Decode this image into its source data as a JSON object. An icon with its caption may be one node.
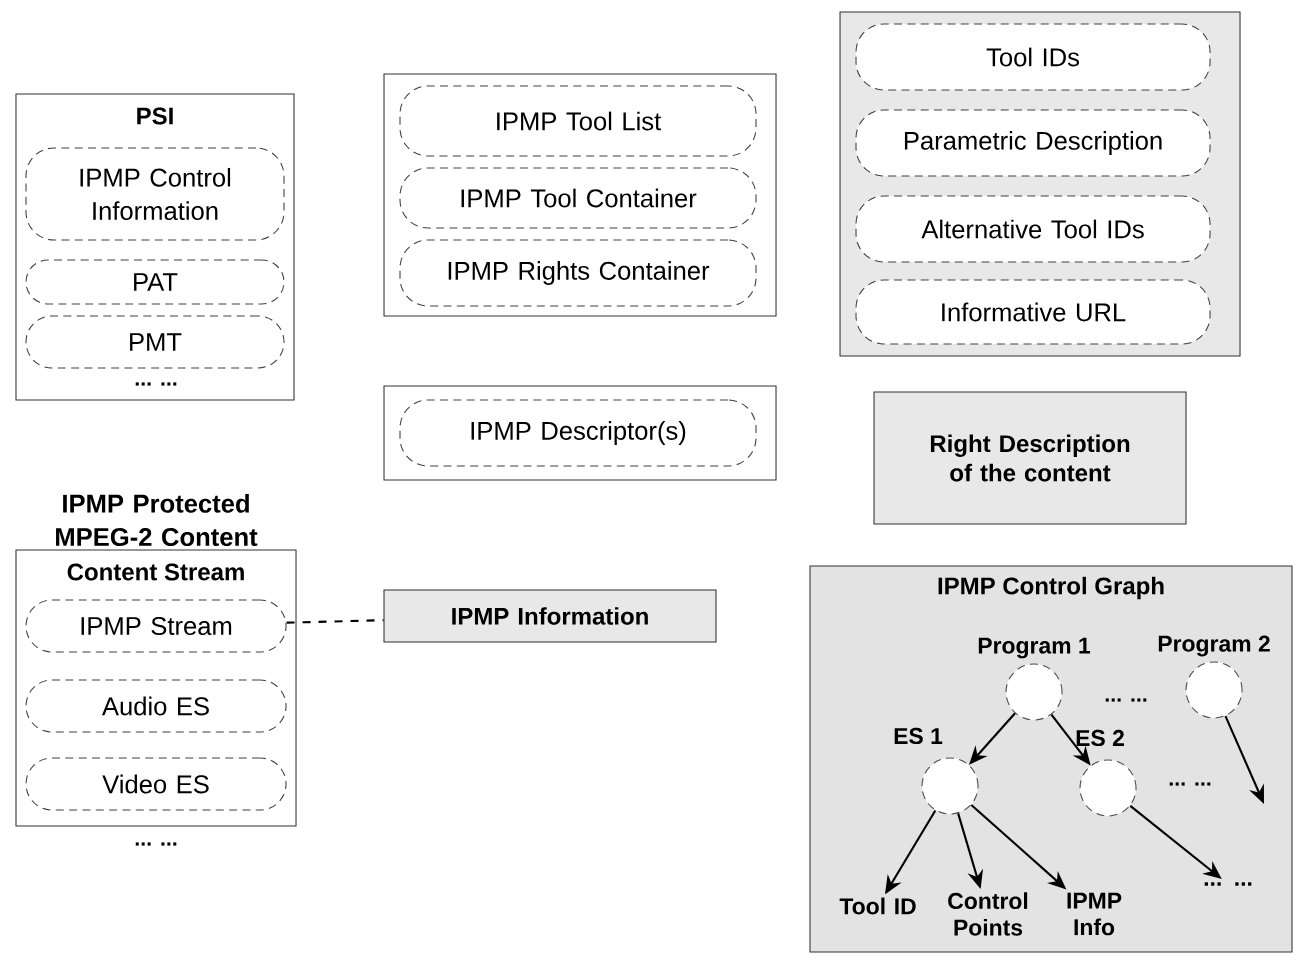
{
  "diagram": {
    "nodes": [
      {
        "text": [
          "PSI"
        ]
      },
      {
        "text": [
          "IPMP Control Information"
        ],
        "in": 0
      },
      {
        "text": [
          "PAT"
        ],
        "in": 0
      },
      {
        "text": [
          "PMT"
        ],
        "in": 0
      },
      {
        "text": [
          "IPMP Protected MPEG-2 Content",
          "Content Stream"
        ]
      },
      {
        "text": [
          "IPMP Stream"
        ],
        "in": 4
      },
      {
        "text": [
          "Audio ES"
        ],
        "in": 4
      },
      {
        "text": [
          "Video ES"
        ],
        "in": 4
      },
      {
        "text": [],
        "shape": "box"
      },
      {
        "text": [
          "IPMP Tool List"
        ],
        "in": 8
      },
      {
        "text": [
          "IPMP Tool Container"
        ],
        "in": 8
      },
      {
        "text": [
          "IPMP Rights Container"
        ],
        "in": 8
      },
      {
        "text": [],
        "shape": "box"
      },
      {
        "text": [
          "IPMP Descriptor(s)"
        ],
        "in": 12
      },
      {
        "text": [
          "IPMP Information"
        ]
      },
      {
        "text": [],
        "shape": "box"
      },
      {
        "text": [
          "Tool IDs"
        ],
        "in": 15
      },
      {
        "text": [
          "Parametric Description"
        ],
        "in": 15
      },
      {
        "text": [
          "Alternative Tool IDs"
        ],
        "in": 15
      },
      {
        "text": [
          "Informative URL"
        ],
        "in": 15
      },
      {
        "text": [
          "Right Description of the content"
        ]
      },
      {
        "text": [
          "IPMP Control Graph"
        ]
      },
      {
        "text": [],
        "shape": "circle",
        "beside": [
          "Program 1"
        ],
        "in": 21
      },
      {
        "text": [],
        "shape": "circle",
        "beside": [
          "Program 2"
        ],
        "in": 21
      },
      {
        "text": [],
        "shape": "circle",
        "beside": [
          "ES 1"
        ],
        "in": 21
      },
      {
        "text": [],
        "shape": "circle",
        "beside": [
          "ES 2"
        ],
        "in": 21
      },
      {
        "text": [
          "Tool ID"
        ],
        "in": 21
      },
      {
        "text": [
          "Control Points"
        ],
        "in": 21
      },
      {
        "text": [
          "IPMP Info"
        ],
        "in": 21
      },
      {
        "text": [
          "... ..."
        ],
        "in": 21
      }
    ],
    "edges": [
      {
        "from": 5,
        "to": 14,
        "arrow": "none",
        "style": "dashed"
      },
      {
        "from": 22,
        "to": 24,
        "arrow": "to"
      },
      {
        "from": 22,
        "to": 25,
        "arrow": "to"
      },
      {
        "from": 23,
        "to": null,
        "arrow": "to"
      },
      {
        "from": 24,
        "to": 26,
        "arrow": "to"
      },
      {
        "from": 24,
        "to": 27,
        "arrow": "to"
      },
      {
        "from": 24,
        "to": 28,
        "arrow": "to"
      },
      {
        "from": 25,
        "to": 29,
        "arrow": "to"
      }
    ],
    "labels": [
      "... ...",
      "... ...",
      "... ...",
      "... ..."
    ]
  }
}
